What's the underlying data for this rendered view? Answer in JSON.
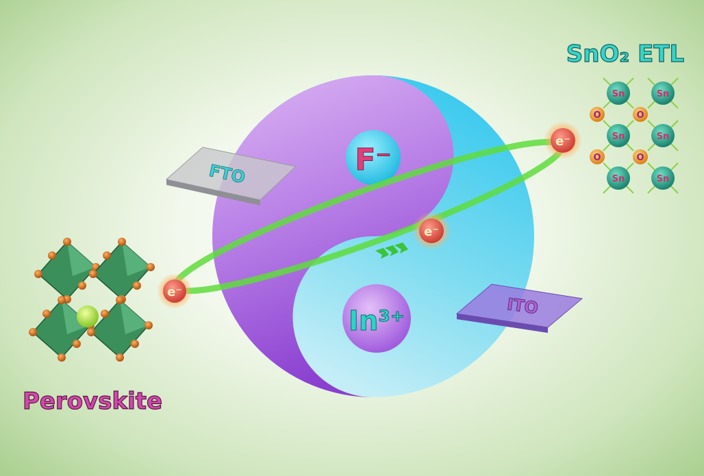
{
  "title_etl": "SnO₂ ETL",
  "perovskite_label": "Perovskite",
  "center": {
    "top_ion": "F⁻",
    "bottom_ion": "In³⁺"
  },
  "substrates": {
    "left": "FTO",
    "right": "ITO"
  },
  "electron_label": "e⁻",
  "sno2_lattice": {
    "tin": "Sn",
    "oxygen": "O"
  },
  "colors": {
    "purple": "#b77ee6",
    "cyan": "#4fd3ee",
    "electron": "#e4574b",
    "orbit": "#5fdc3c",
    "octahedron": "#3b8f5a",
    "sn_atom": "#1f9e8a",
    "o_atom": "#f0a030"
  }
}
